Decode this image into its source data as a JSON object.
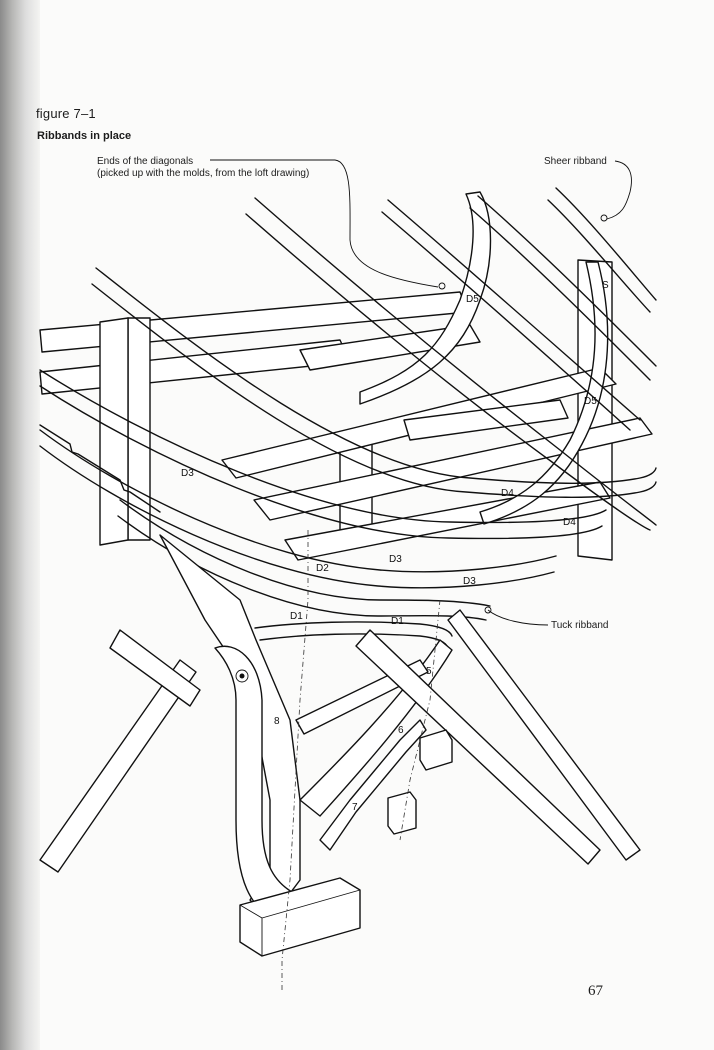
{
  "figure": {
    "number": "figure 7–1",
    "title": "Ribbands in place"
  },
  "callouts": {
    "ends_of_diagonals_line1": "Ends of the diagonals",
    "ends_of_diagonals_line2": "(picked up with the molds, from the loft drawing)",
    "sheer_ribband": "Sheer ribband",
    "tuck_ribband": "Tuck ribband"
  },
  "drawing_labels": {
    "s": "S",
    "d5_top": "D5",
    "d5_right": "D5",
    "d4_center": "D4",
    "d4_right": "D4",
    "d3_left": "D3",
    "d3_center": "D3",
    "d3_right": "D3",
    "d2": "D2",
    "d1_left": "D1",
    "d1_center": "D1",
    "n5": "5",
    "n6": "6",
    "n7": "7",
    "n8": "8"
  },
  "page_number": "67"
}
